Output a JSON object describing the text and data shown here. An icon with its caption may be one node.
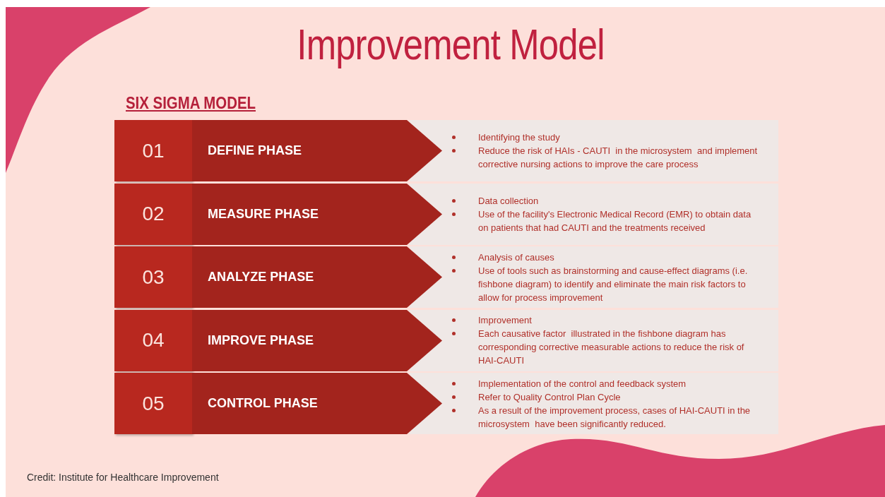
{
  "diagram": {
    "title": "Improvement Model",
    "nodes": [
      {
        "text": [
          "01"
        ]
      },
      {
        "text": [
          "DEFINE PHASE"
        ]
      },
      {
        "text": [
          "Identifying the study",
          "Reduce the risk of HAIs - CAUTI  in the microsystem  and implement corrective nursing actions to improve the care process"
        ]
      },
      {
        "text": [
          "02"
        ]
      },
      {
        "text": [
          "MEASURE PHASE"
        ]
      },
      {
        "text": [
          "Data collection",
          "Use of the facility's Electronic Medical Record (EMR) to obtain data on patients that had CAUTI and the treatments received"
        ]
      },
      {
        "text": [
          "03"
        ]
      },
      {
        "text": [
          "ANALYZE PHASE"
        ]
      },
      {
        "text": [
          "Analysis of causes",
          "Use of tools such as brainstorming and cause-effect diagrams (i.e. fishbone diagram) to identify and eliminate the main risk factors to allow for process improvement"
        ]
      },
      {
        "text": [
          "04"
        ]
      },
      {
        "text": [
          "IMPROVE PHASE"
        ]
      },
      {
        "text": [
          "Improvement",
          "Each causative factor  illustrated in the fishbone diagram has corresponding corrective measurable actions to reduce the risk of HAI-CAUTI"
        ]
      },
      {
        "text": [
          "05"
        ]
      },
      {
        "text": [
          "CONTROL PHASE"
        ]
      },
      {
        "text": [
          "Implementation of the control and feedback system",
          "Refer to Quality Control Plan Cycle",
          "As a result of the improvement process, cases of HAI-CAUTI in the microsystem  have been significantly reduced."
        ]
      }
    ],
    "labels": [
      "SIX SIGMA MODEL",
      "Credit: Institute for Healthcare Improvement"
    ]
  }
}
